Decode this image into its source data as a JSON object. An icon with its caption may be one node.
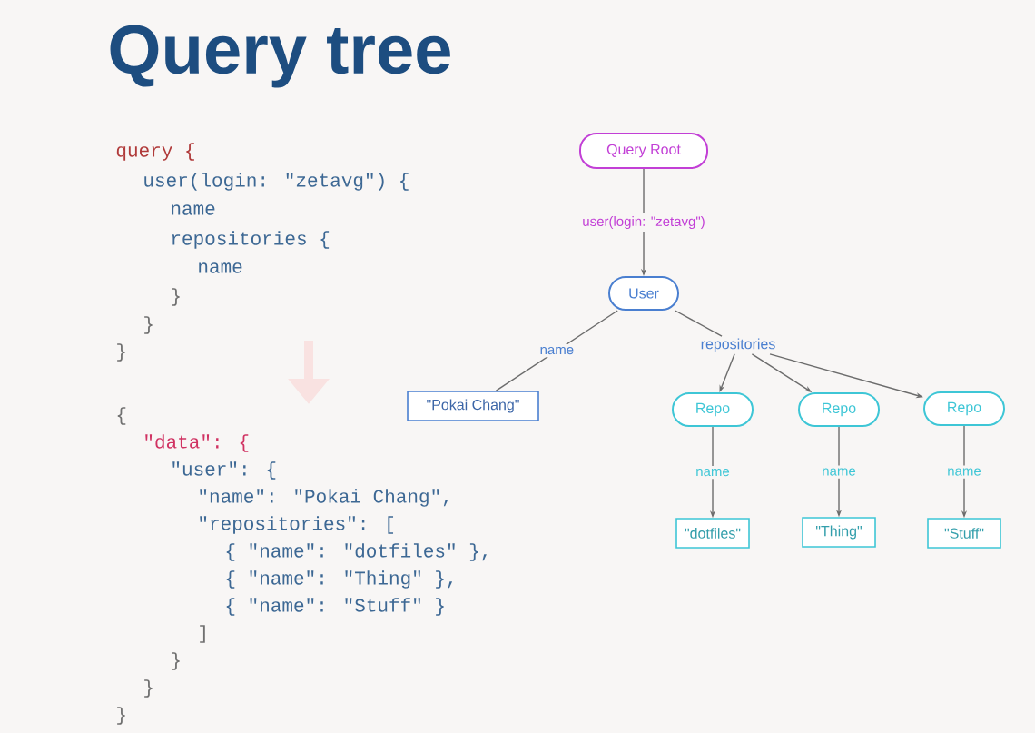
{
  "diagram": {
    "title": "Query tree",
    "nodes": [
      {
        "text": [
          "Query Root"
        ]
      },
      {
        "text": [
          "User"
        ]
      },
      {
        "text": [
          "\"Pokai Chang\""
        ]
      },
      {
        "text": [
          "repositories"
        ]
      },
      {
        "text": [
          "Repo"
        ]
      },
      {
        "text": [
          "Repo"
        ]
      },
      {
        "text": [
          "Repo"
        ]
      },
      {
        "text": [
          "\"dotfiles\""
        ]
      },
      {
        "text": [
          "\"Thing\""
        ]
      },
      {
        "text": [
          "\"Stuff\""
        ]
      }
    ],
    "edges": [
      {
        "from": 0,
        "to": 1,
        "arrow": "to",
        "label": "user(login: \"zetavg\")"
      },
      {
        "from": 1,
        "to": 2,
        "arrow": "none",
        "label": "name"
      },
      {
        "from": 1,
        "to": 3,
        "arrow": "none"
      },
      {
        "from": 3,
        "to": 4,
        "arrow": "to"
      },
      {
        "from": 3,
        "to": 5,
        "arrow": "to"
      },
      {
        "from": 3,
        "to": 6,
        "arrow": "to"
      },
      {
        "from": 4,
        "to": 7,
        "arrow": "to",
        "label": "name"
      },
      {
        "from": 5,
        "to": 8,
        "arrow": "to",
        "label": "name"
      },
      {
        "from": 6,
        "to": 9,
        "arrow": "to",
        "label": "name"
      }
    ],
    "labels": [
      "query {",
      "user(login: \"zetavg\") {",
      "name",
      "repositories {",
      "name",
      "}",
      "}",
      "}",
      "{",
      "\"data\": {",
      "\"user\": {",
      "\"name\": \"Pokai Chang\",",
      "\"repositories\": [",
      "{ \"name\": \"dotfiles\" },",
      "{ \"name\": \"Thing\" },",
      "{ \"name\": \"Stuff\" }",
      "]",
      "}",
      "}",
      "}"
    ]
  }
}
